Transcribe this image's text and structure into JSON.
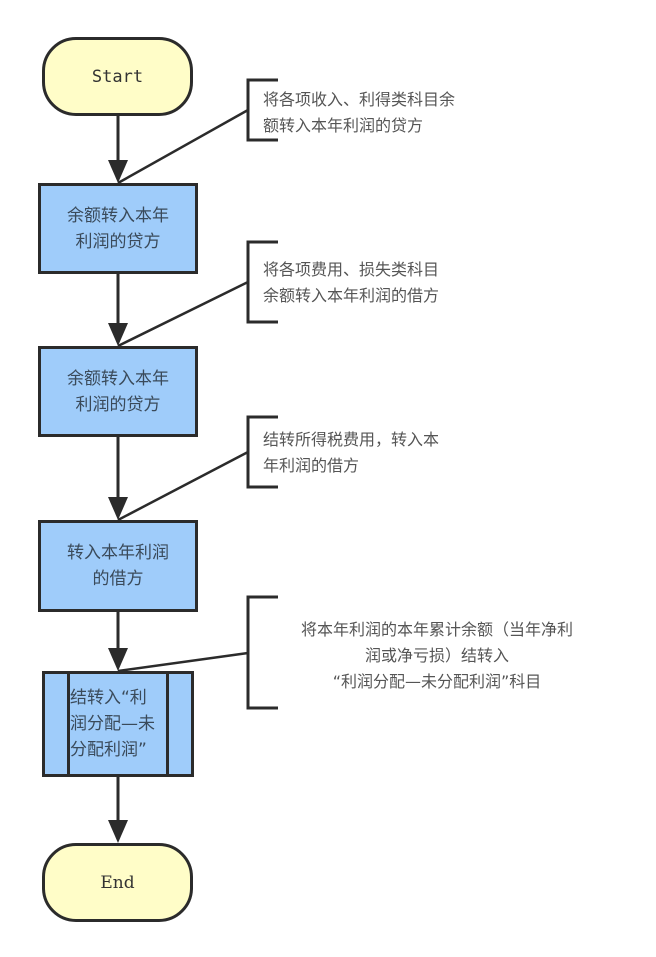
{
  "diagram": {
    "type": "flowchart",
    "colors": {
      "terminal_fill": "#fffdc8",
      "process_fill": "#9fccfa",
      "stroke": "#2b2b2b",
      "note_text": "#555555"
    },
    "nodes": {
      "start": {
        "label": "Start",
        "shape": "terminal"
      },
      "step1": {
        "label_lines": [
          "余额转入本年",
          "利润的贷方"
        ],
        "shape": "process"
      },
      "step2": {
        "label_lines": [
          "余额转入本年",
          "利润的贷方"
        ],
        "shape": "process"
      },
      "step3": {
        "label_lines": [
          "转入本年利润",
          "的借方"
        ],
        "shape": "process"
      },
      "step4": {
        "label_lines": [
          "结转入“利",
          "润分配—未",
          "分配利润”"
        ],
        "shape": "predefined-process"
      },
      "end": {
        "label": "End",
        "shape": "terminal"
      }
    },
    "annotations": {
      "note1": {
        "lines": [
          "将各项收入、利得类科目余",
          "额转入本年利润的贷方"
        ],
        "attached_to": "step1"
      },
      "note2": {
        "lines": [
          "将各项费用、损失类科目",
          "余额转入本年利润的借方"
        ],
        "attached_to": "step2"
      },
      "note3": {
        "lines": [
          "结转所得税费用，转入本",
          "年利润的借方"
        ],
        "attached_to": "step3"
      },
      "note4": {
        "lines": [
          "将本年利润的本年累计余额（当年净利",
          "润或净亏损）结转入",
          "“利润分配—未分配利润”科目"
        ],
        "attached_to": "step4"
      }
    },
    "edges": [
      {
        "from": "start",
        "to": "step1"
      },
      {
        "from": "step1",
        "to": "step2"
      },
      {
        "from": "step2",
        "to": "step3"
      },
      {
        "from": "step3",
        "to": "step4"
      },
      {
        "from": "step4",
        "to": "end"
      }
    ]
  }
}
